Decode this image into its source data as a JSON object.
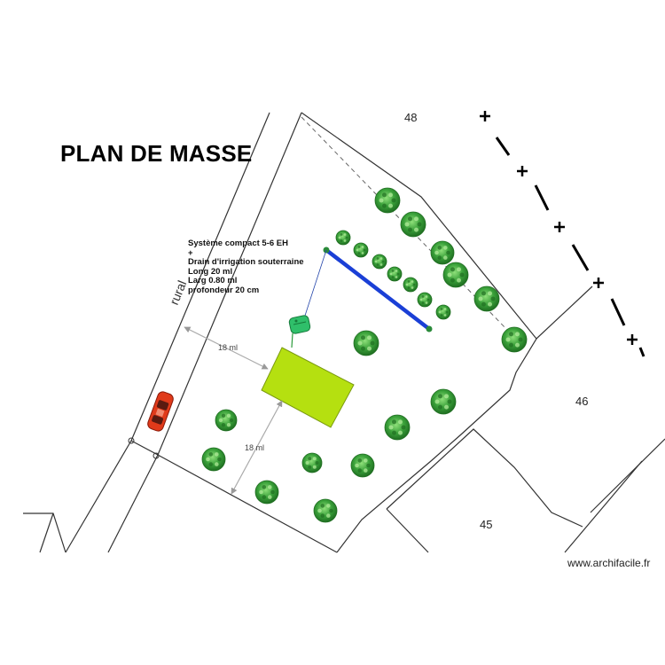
{
  "title": "PLAN DE MASSE",
  "annotation": {
    "lines": [
      "Système compact 5-6 EH",
      "+",
      "Drain d'irrigation souterraine",
      "Long 20 ml",
      "Larg 0.80 ml",
      "profondeur 20 cm"
    ]
  },
  "parcels": {
    "p48": "48",
    "p46": "46",
    "p45": "45"
  },
  "road_label": "rural",
  "distances": {
    "top": "18 ml",
    "bottom": "18 ml"
  },
  "watermark": "www.archifacile.fr",
  "colors": {
    "house": "#b5e010",
    "drain": "#1a3fd6",
    "tree": "#3aa13a",
    "car": "#e03a1a",
    "tank": "#2fbf6a"
  }
}
